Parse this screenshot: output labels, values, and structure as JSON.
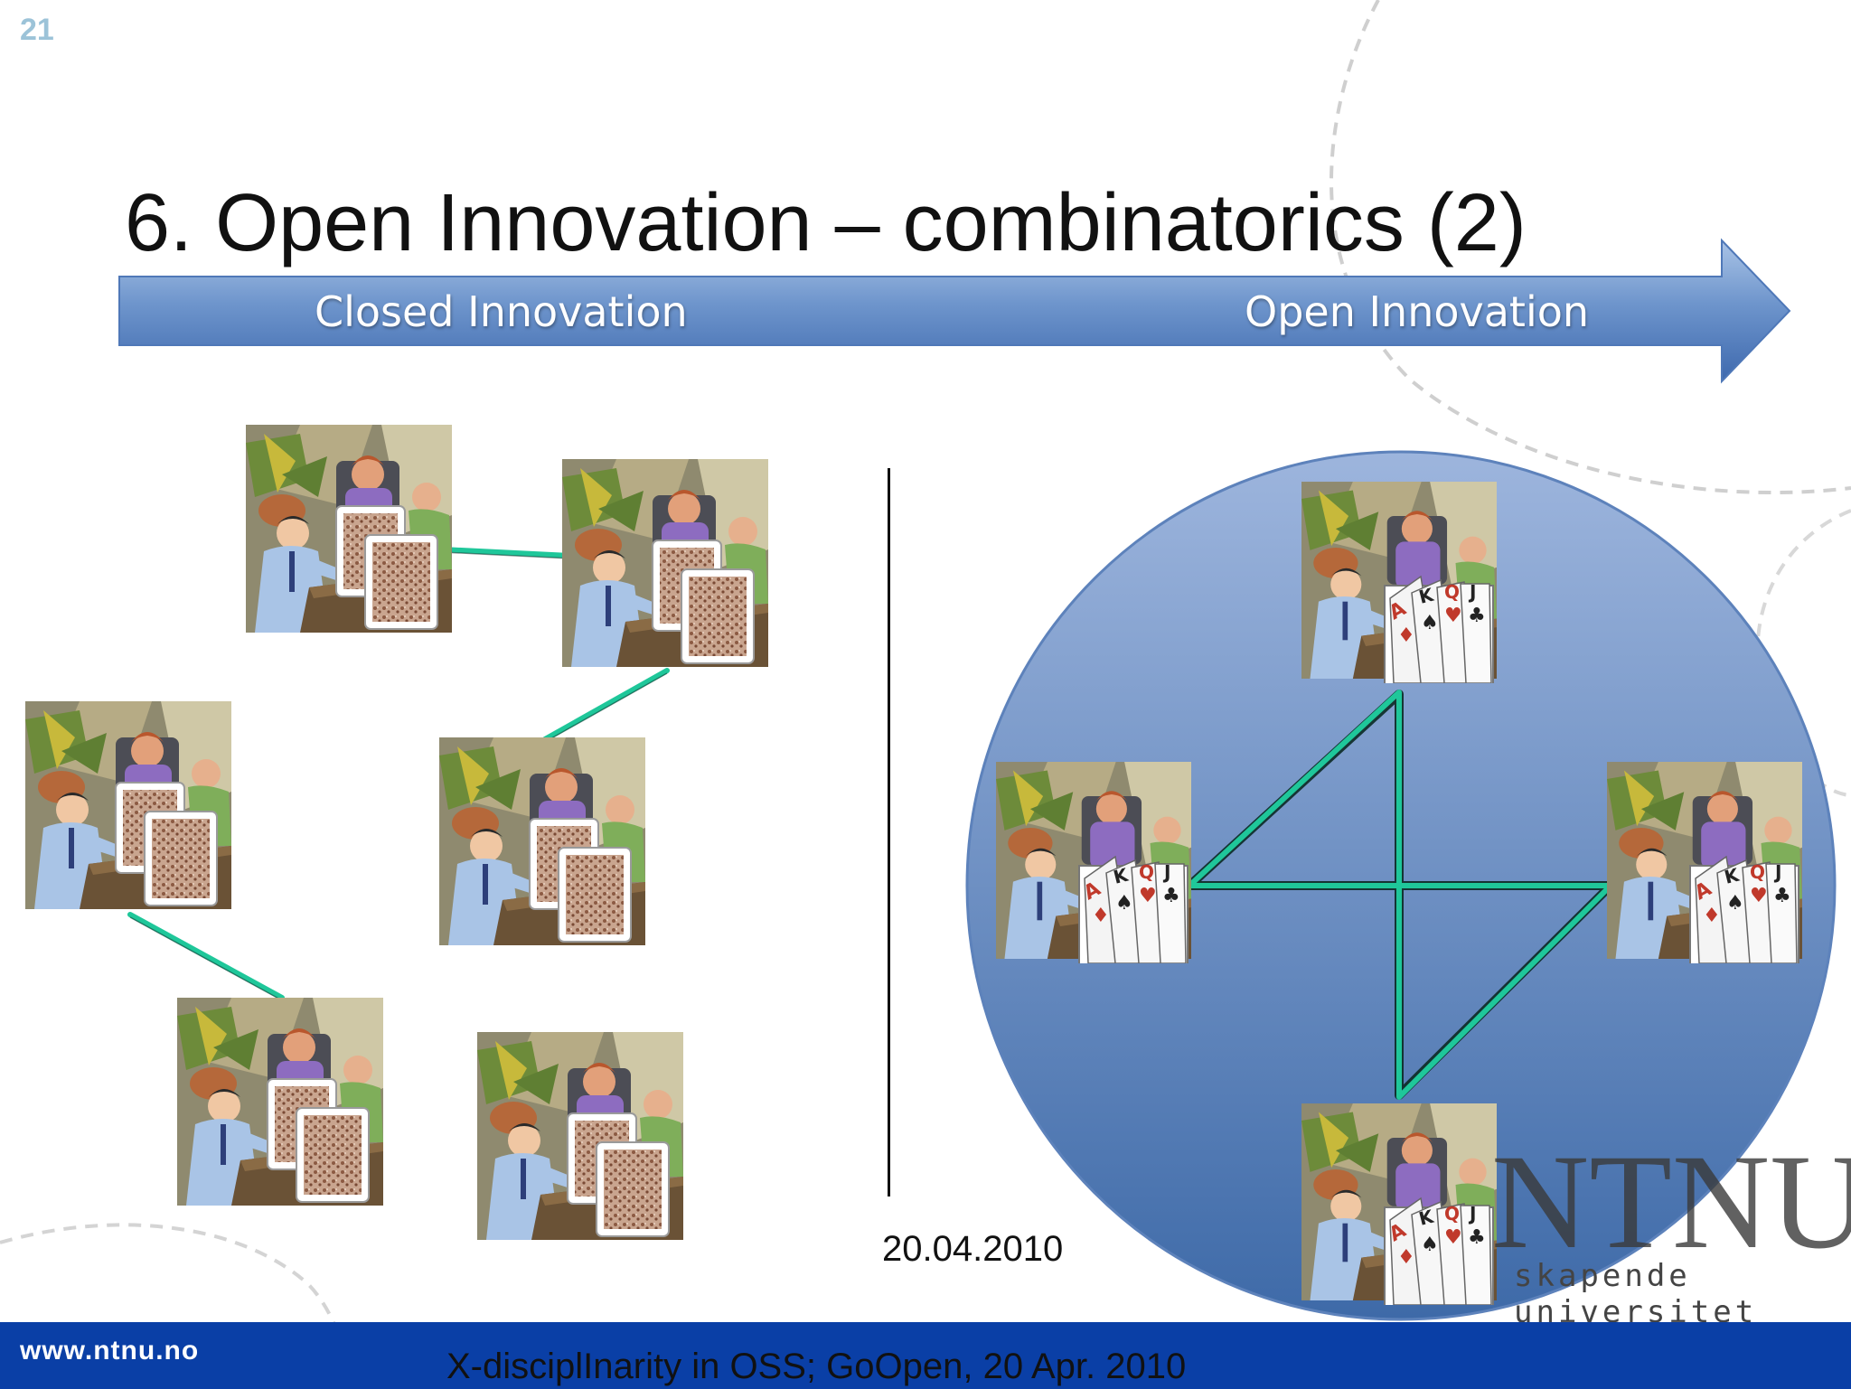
{
  "slide": {
    "number": "21",
    "title": "6. Open Innovation – combinatorics (2)",
    "arrow": {
      "left_label": "Closed Innovation",
      "right_label": "Open Innovation"
    },
    "date": "20.04.2010"
  },
  "footer": {
    "url": "www.ntnu.no",
    "text": "X-disciplInarity in OSS; GoOpen, 20 Apr. 2010"
  },
  "logo": {
    "mark": "NTNU",
    "tagline": "skapende universitet"
  },
  "figure": {
    "closed_groups_card_type": "card-backs",
    "open_groups_card_type": "poker-hand",
    "open_hand_ranks": [
      "A",
      "K",
      "Q",
      "J"
    ]
  },
  "colors": {
    "arrow_top": "#8fb0db",
    "arrow_bottom": "#3e69ae",
    "circle_light": "#9db5dd",
    "circle_dark": "#3e6aa8",
    "link_line": "#1fc79a",
    "footer_bar": "#0a3fa6",
    "slide_number": "#9cc3d8"
  }
}
